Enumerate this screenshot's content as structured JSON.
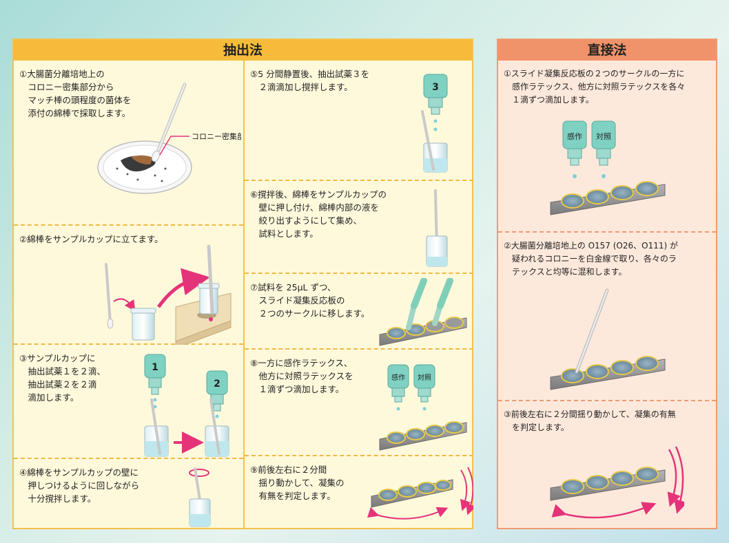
{
  "extraction": {
    "title": "抽出法",
    "steps": [
      {
        "id": "1",
        "text": "①大腸菌分離培地上の\n　コロニー密集部分から\n　マッチ棒の頭程度の菌体を\n　添付の綿棒で採取します。",
        "callout": "コロニー密集部"
      },
      {
        "id": "2",
        "text": "②綿棒をサンプルカップに立てます。"
      },
      {
        "id": "3",
        "text": "③サンプルカップに\n　抽出試薬１を２滴、\n　抽出試薬２を２滴\n　滴加します。",
        "bottle_labels": [
          "1",
          "2"
        ]
      },
      {
        "id": "4",
        "text": "④綿棒をサンプルカップの壁に\n　押しつけるように回しながら\n　十分撹拌します。"
      },
      {
        "id": "5",
        "text": "⑤5 分間静置後、抽出試薬３を\n　２滴滴加し撹拌します。",
        "bottle_labels": [
          "3"
        ]
      },
      {
        "id": "6",
        "text": "⑥撹拌後、綿棒をサンプルカップの\n　壁に押し付け、綿棒内部の液を\n　絞り出すようにして集め、\n　試料とします。"
      },
      {
        "id": "7",
        "text": "⑦試料を 25μL ずつ、\n　スライド凝集反応板の\n　２つのサークルに移します。"
      },
      {
        "id": "8",
        "text": "⑧一方に感作ラテックス、\n　他方に対照ラテックスを\n　１滴ずつ滴加します。",
        "bottle_labels": [
          "感作",
          "対照"
        ]
      },
      {
        "id": "9",
        "text": "⑨前後左右に２分間\n　揺り動かして、凝集の\n　有無を判定します。"
      }
    ]
  },
  "direct": {
    "title": "直接法",
    "steps": [
      {
        "id": "1",
        "text": "①スライド凝集反応板の２つのサークルの一方に\n　感作ラテックス、他方に対照ラテックスを各々\n　１滴ずつ滴加します。",
        "bottle_labels": [
          "感作",
          "対照"
        ]
      },
      {
        "id": "2",
        "text": "②大腸菌分離培地上の O157 (O26、O111) が\n　疑われるコロニーを白金線で取り、各々のラ\n　テックスと均等に混和します。"
      },
      {
        "id": "3",
        "text": "③前後左右に２分間揺り動かして、凝集の有無\n　を判定します。"
      }
    ]
  },
  "colors": {
    "extraction_header": "#f6bb3a",
    "direct_header": "#f1936a",
    "arrow": "#e5337a",
    "liquid": "#7fcfe0",
    "plate": "#8f8f8f",
    "well_ring": "#e8c94a"
  }
}
